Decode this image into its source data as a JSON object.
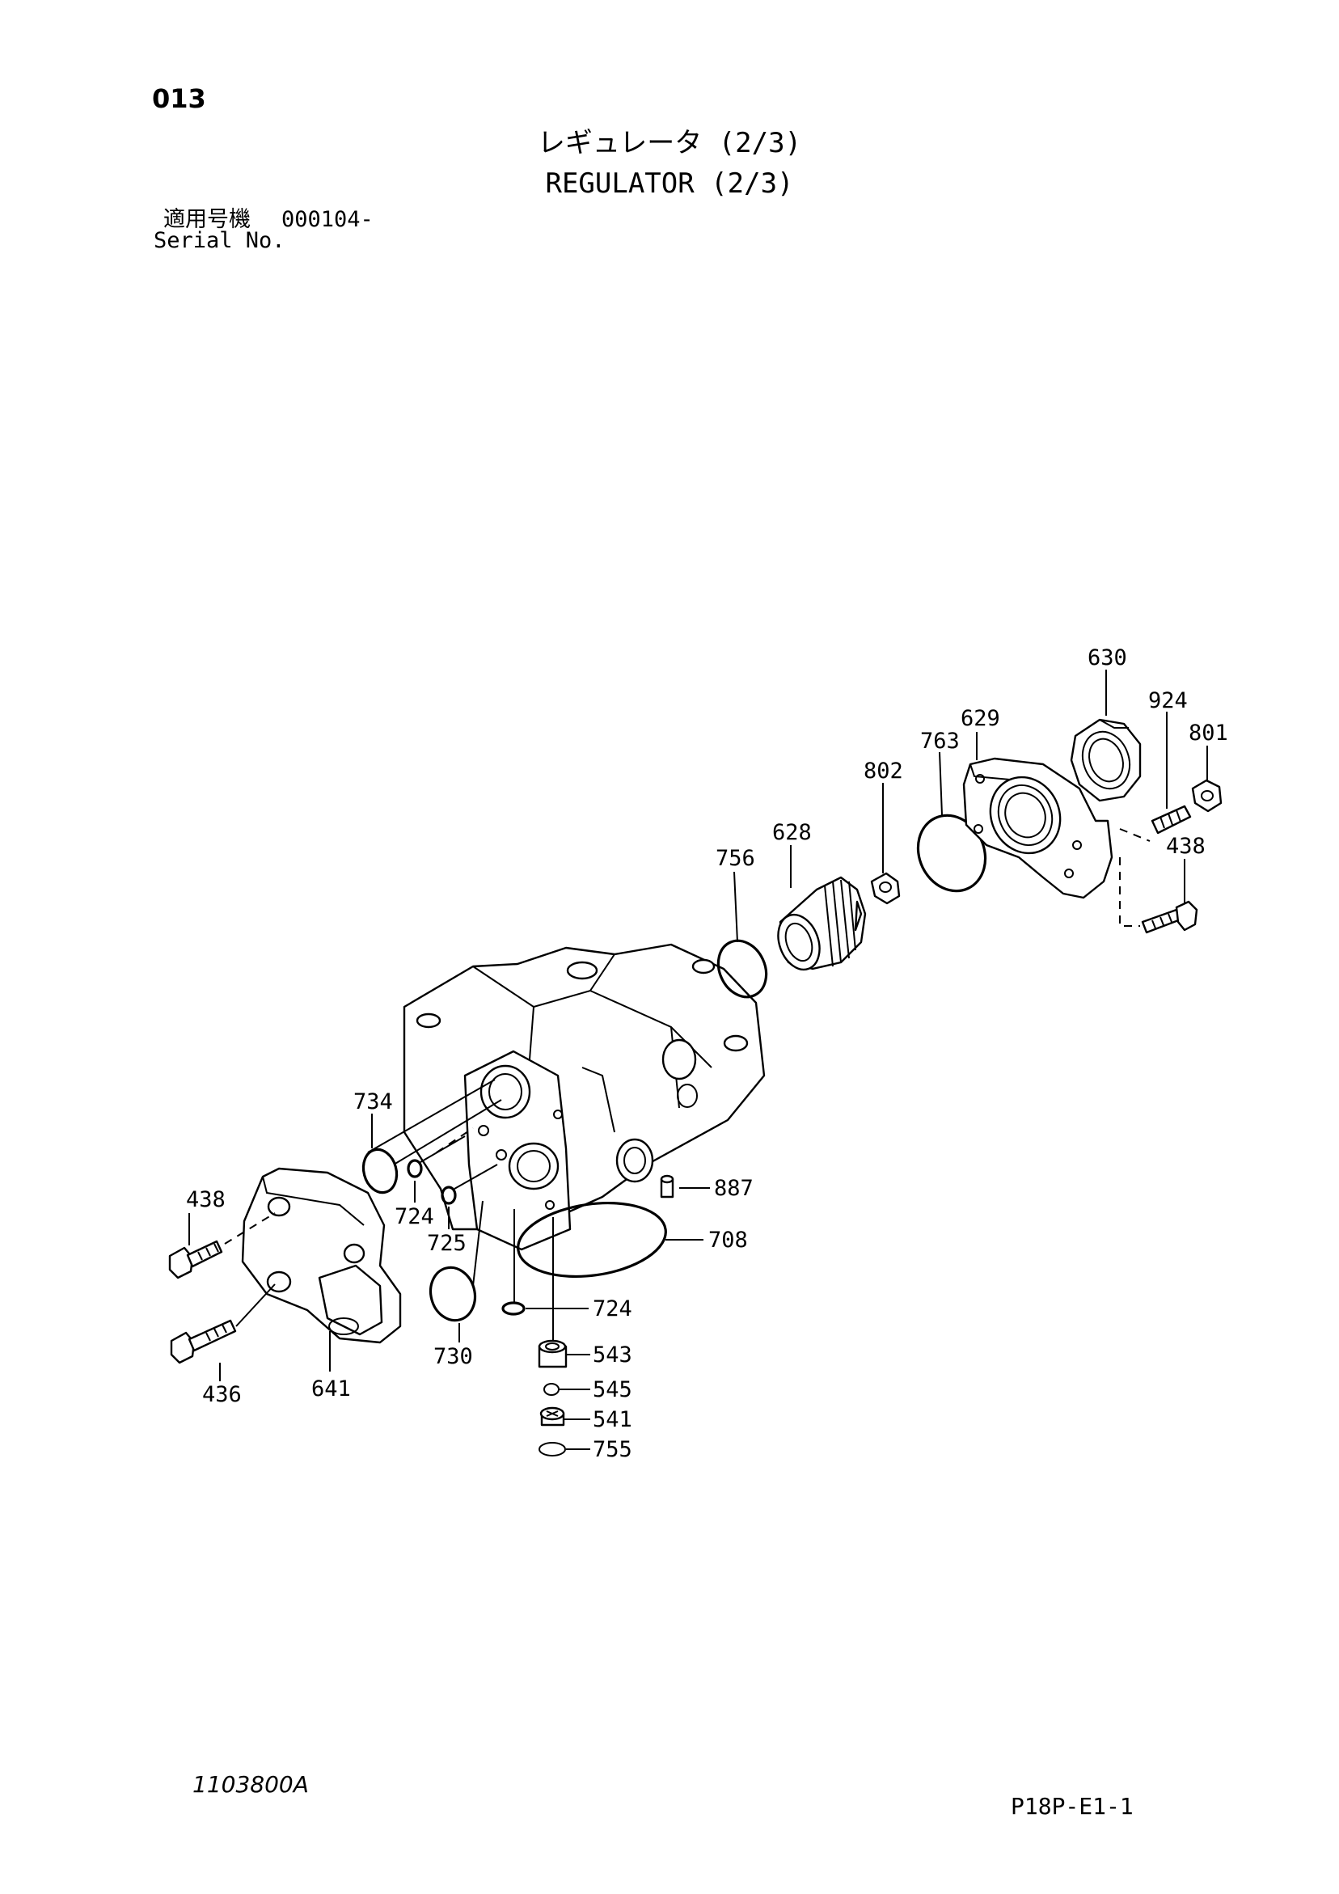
{
  "header": {
    "page_number": "013",
    "title_jp": "レギュレータ (2/3)",
    "title_en": "REGULATOR (2/3)",
    "serial_label_jp": "適用号機",
    "serial_value": "000104-",
    "serial_label_en": "Serial No."
  },
  "footer": {
    "drawing_number": "1103800A",
    "page_code": "P18P-E1-1"
  },
  "diagram": {
    "part_labels": {
      "p630": "630",
      "p924": "924",
      "p629": "629",
      "p801": "801",
      "p763": "763",
      "p802": "802",
      "p438a": "438",
      "p628": "628",
      "p756": "756",
      "p734": "734",
      "p887": "887",
      "p438b": "438",
      "p724a": "724",
      "p708": "708",
      "p725": "725",
      "p724b": "724",
      "p730": "730",
      "p543": "543",
      "p436": "436",
      "p641": "641",
      "p545": "545",
      "p541": "541",
      "p755": "755"
    }
  }
}
